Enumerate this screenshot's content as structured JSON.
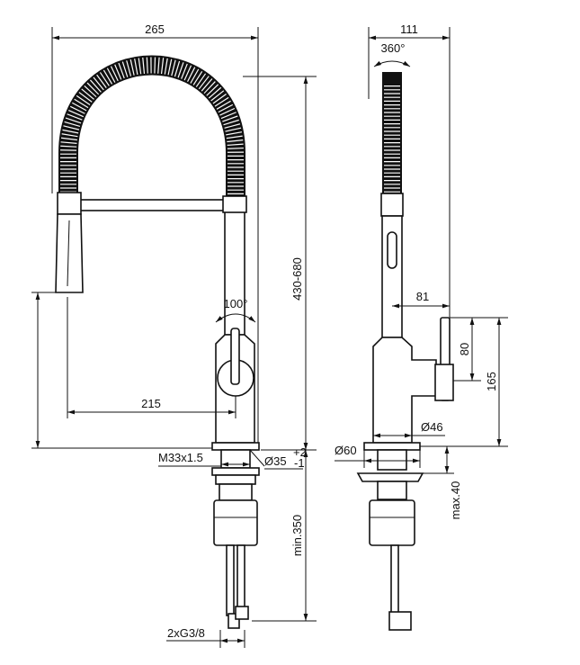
{
  "drawing": {
    "front_view": {
      "width_label": "265",
      "height_label": "430-680",
      "lever_angle_label": "100°",
      "reach_label": "215",
      "thread_label": "M33x1.5",
      "hole_label": "Ø35",
      "hole_tol_upper": "+2",
      "hole_tol_lower": "-1",
      "hose_length_label": "min.350",
      "connection_label": "2xG3/8"
    },
    "side_view": {
      "width_label": "111",
      "rotation_label": "360°",
      "lever_offset_label": "81",
      "lever_height_label": "80",
      "lever_total_label": "165",
      "body_diameter_label": "Ø46",
      "base_diameter_label": "Ø60",
      "deck_thickness_label": "max.40"
    }
  }
}
